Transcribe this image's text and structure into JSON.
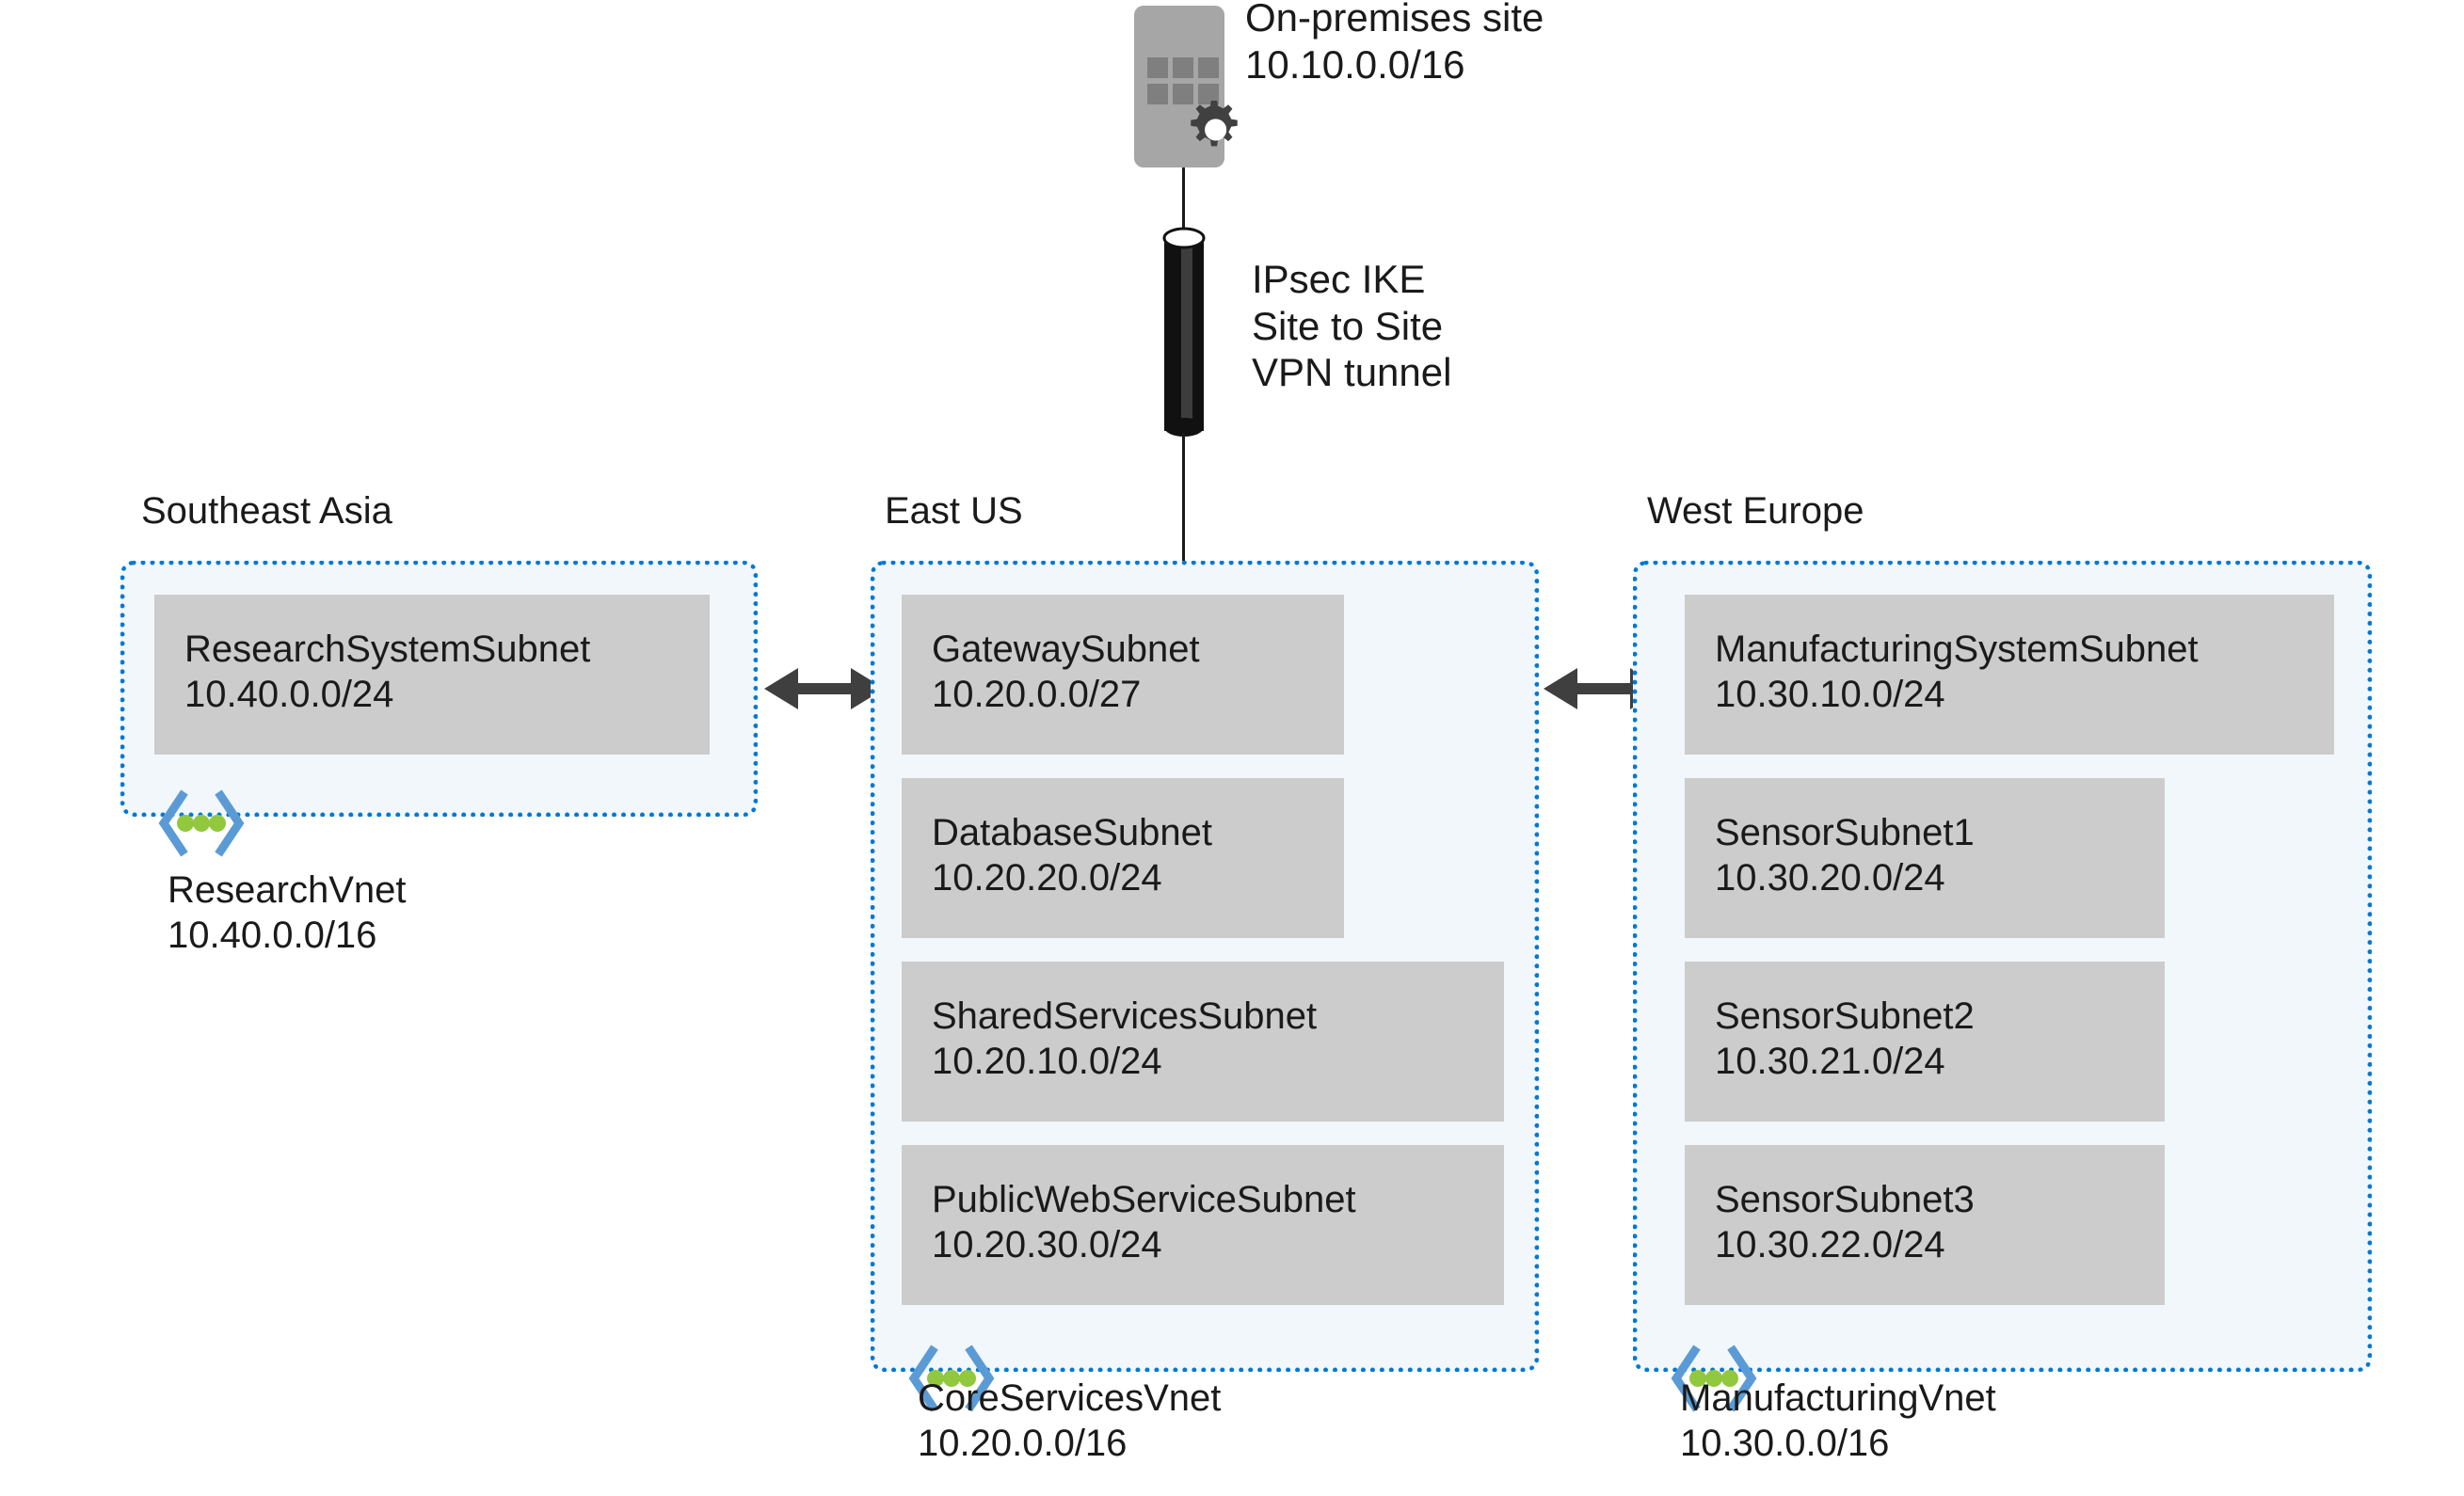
{
  "diagram": {
    "title": "Azure multi-region virtual network topology"
  },
  "onpremises": {
    "icon": "office-building-gear-icon",
    "name": "On-premises site",
    "cidr": "10.10.0.0/16"
  },
  "tunnel": {
    "icon": "vpn-tunnel-icon",
    "line1": "IPsec IKE",
    "line2": "Site to Site",
    "line3": "VPN tunnel"
  },
  "connectors": [
    {
      "name": "peering-asia-eastus",
      "type": "bidirectional-arrow",
      "color": "#3f3f3f"
    },
    {
      "name": "peering-eastus-europe",
      "type": "bidirectional-arrow",
      "color": "#3f3f3f"
    }
  ],
  "colors": {
    "panel_fill": "#f1f7fb",
    "panel_border": "#0078d4",
    "subnet_fill": "#cccccc",
    "building_fill": "#a6a6a6",
    "building_window": "#7f7f7f",
    "gear_fill": "#404040",
    "tunnel_fill": "#111111",
    "chevron": "#5b9bd5",
    "dot": "#92c83e",
    "arrow": "#3f3f3f",
    "text": "#1a1a1a"
  },
  "regions": [
    {
      "label": "Southeast Asia",
      "vnet_name": "ResearchVnet",
      "vnet_cidr": "10.40.0.0/16",
      "vnet_icon": "vnet-icon",
      "subnets": [
        {
          "name": "ResearchSystemSubnet",
          "cidr": "10.40.0.0/24"
        }
      ]
    },
    {
      "label": "East US",
      "vnet_name": "CoreServicesVnet",
      "vnet_cidr": "10.20.0.0/16",
      "vnet_icon": "vnet-icon",
      "subnets": [
        {
          "name": "GatewaySubnet",
          "cidr": "10.20.0.0/27"
        },
        {
          "name": "DatabaseSubnet",
          "cidr": "10.20.20.0/24"
        },
        {
          "name": "SharedServicesSubnet",
          "cidr": "10.20.10.0/24"
        },
        {
          "name": "PublicWebServiceSubnet",
          "cidr": "10.20.30.0/24"
        }
      ]
    },
    {
      "label": "West Europe",
      "vnet_name": "ManufacturingVnet",
      "vnet_cidr": "10.30.0.0/16",
      "vnet_icon": "vnet-icon",
      "subnets": [
        {
          "name": "ManufacturingSystemSubnet",
          "cidr": "10.30.10.0/24"
        },
        {
          "name": "SensorSubnet1",
          "cidr": "10.30.20.0/24"
        },
        {
          "name": "SensorSubnet2",
          "cidr": "10.30.21.0/24"
        },
        {
          "name": "SensorSubnet3",
          "cidr": "10.30.22.0/24"
        }
      ]
    }
  ]
}
